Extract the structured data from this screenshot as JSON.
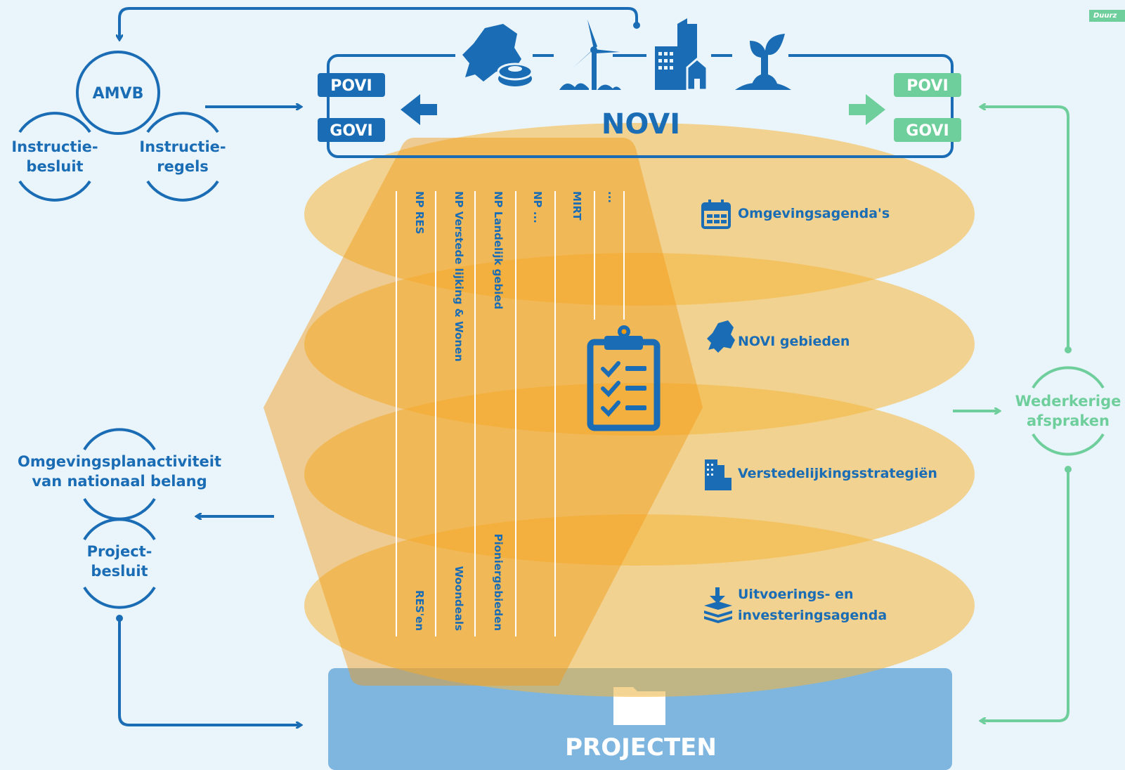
{
  "colors": {
    "blue": "#1a6db5",
    "green": "#6fcf9c",
    "orange": "#f5b63a",
    "dark_orange": "#f19a13",
    "project_box": "#7fb6e0",
    "background": "#eaf4fb"
  },
  "corner_badge": "Duurz",
  "novi": {
    "title": "NOVI",
    "left_tags": [
      "POVI",
      "GOVI"
    ],
    "right_tags": [
      "POVI",
      "GOVI"
    ],
    "icons": [
      "netherlands-map-with-coins-icon",
      "wind-turbine-icon",
      "city-buildings-icon",
      "sprout-icon"
    ]
  },
  "amvb": {
    "center": "AMVB",
    "left": [
      "Instructie-",
      "besluit"
    ],
    "right": [
      "Instructie-",
      "regels"
    ]
  },
  "left_lower": {
    "activity": [
      "Omgevingsplanactiviteit",
      "van nationaal belang"
    ],
    "project": [
      "Project-",
      "besluit"
    ]
  },
  "right_side": {
    "agreements": [
      "Wederkerige",
      "afspraken"
    ]
  },
  "program_columns_top": [
    "NP RES",
    "NP Verstede lijking & Wonen",
    "NP Landelijk gebied",
    "NP ...",
    "MIRT",
    "..."
  ],
  "program_columns_bottom": [
    "RES'en",
    "Woondeals",
    "Pioniergebieden"
  ],
  "layers": [
    {
      "label": [
        "Omgevingsagenda's"
      ],
      "icon": "calendar-icon"
    },
    {
      "label": [
        "NOVI gebieden"
      ],
      "icon": "netherlands-map-icon"
    },
    {
      "label": [
        "Verstedelijkingsstrategiën"
      ],
      "icon": "city-icon"
    },
    {
      "label": [
        "Uitvoerings- en",
        "investeringsagenda"
      ],
      "icon": "download-stack-icon"
    }
  ],
  "projecten": "PROJECTEN"
}
